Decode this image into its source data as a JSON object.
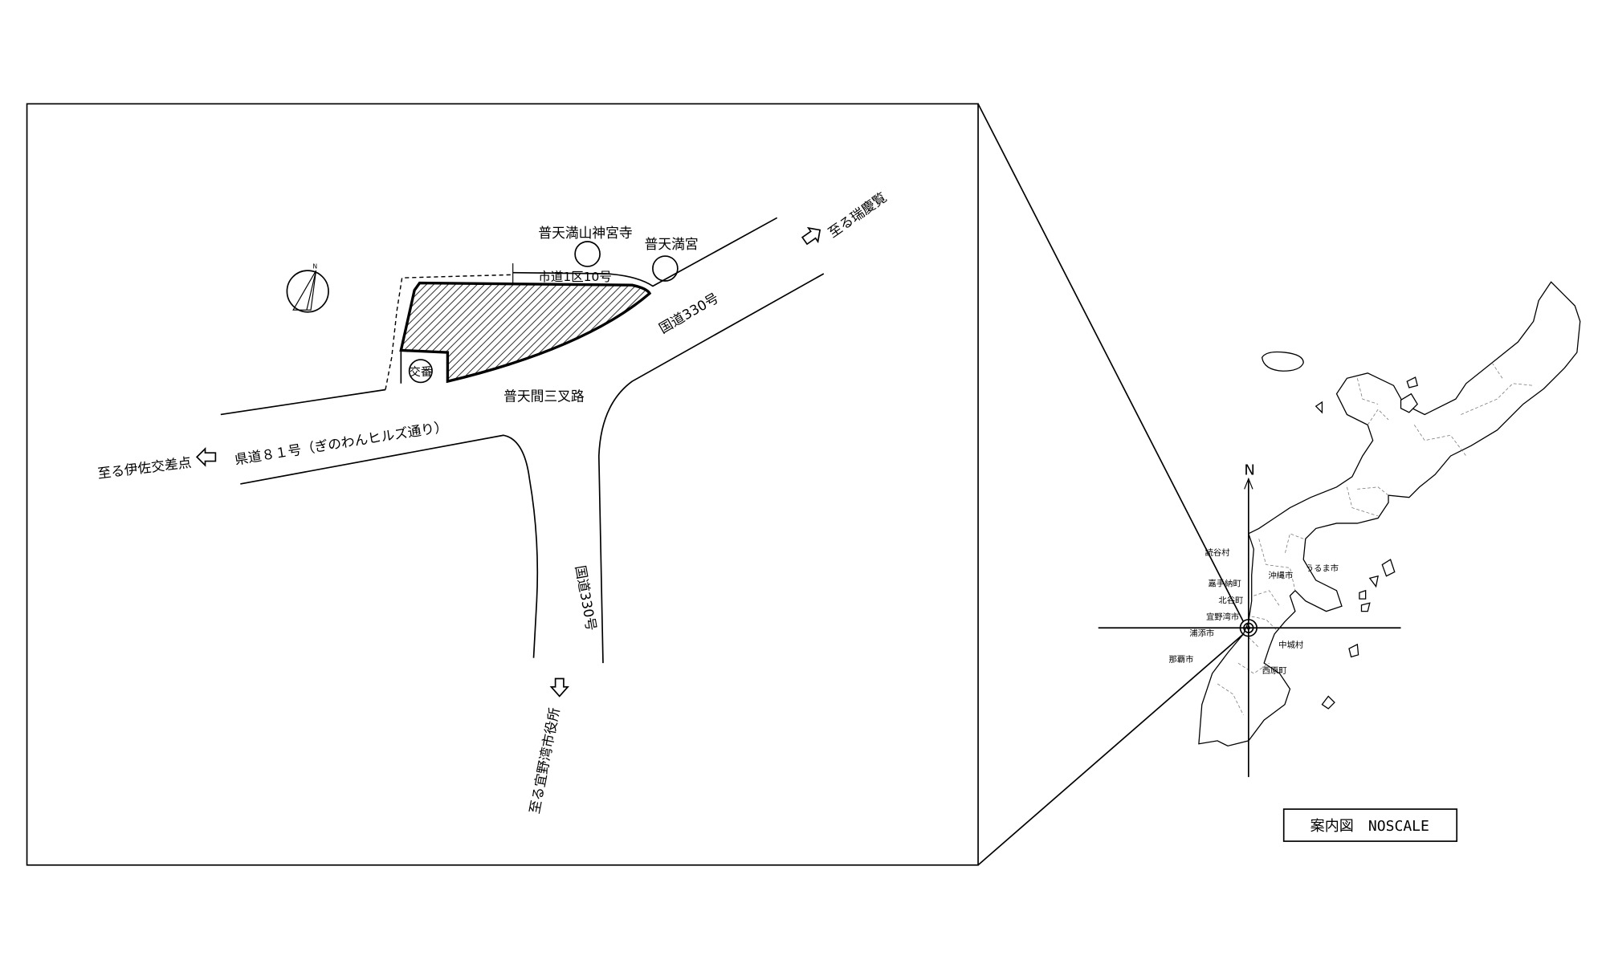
{
  "map_title": "案内図　NOSCALE",
  "compass_north": "N",
  "site_map": {
    "north_symbol": "N",
    "temple": "普天満山神宮寺",
    "shrine": "普天満宮",
    "city_road": "市道1区10号",
    "route330_north": "国道330号",
    "junction": "普天間三叉路",
    "prefectural_road": "県道８１号（ぎのわんヒルズ通り）",
    "to_isa": "至る伊佐交差点",
    "route330_south": "国道330号",
    "to_city_hall": "至る宜野湾市役所",
    "to_zukeran": "至る瑞慶覧",
    "koban": "交番"
  },
  "regional_map": {
    "municipalities": [
      "読谷村",
      "嘉手納町",
      "沖縄市",
      "うるま市",
      "北谷町",
      "宜野湾市",
      "浦添市",
      "中城村",
      "那覇市",
      "西原町"
    ]
  },
  "icons": {
    "site_north": "north-arrow-icon",
    "regional_north": "compass-cross-icon",
    "location": "target-marker-icon",
    "direction": "hollow-arrow-icon"
  },
  "colors": {
    "line": "#000000",
    "background": "#ffffff",
    "boundary": "#777777"
  }
}
